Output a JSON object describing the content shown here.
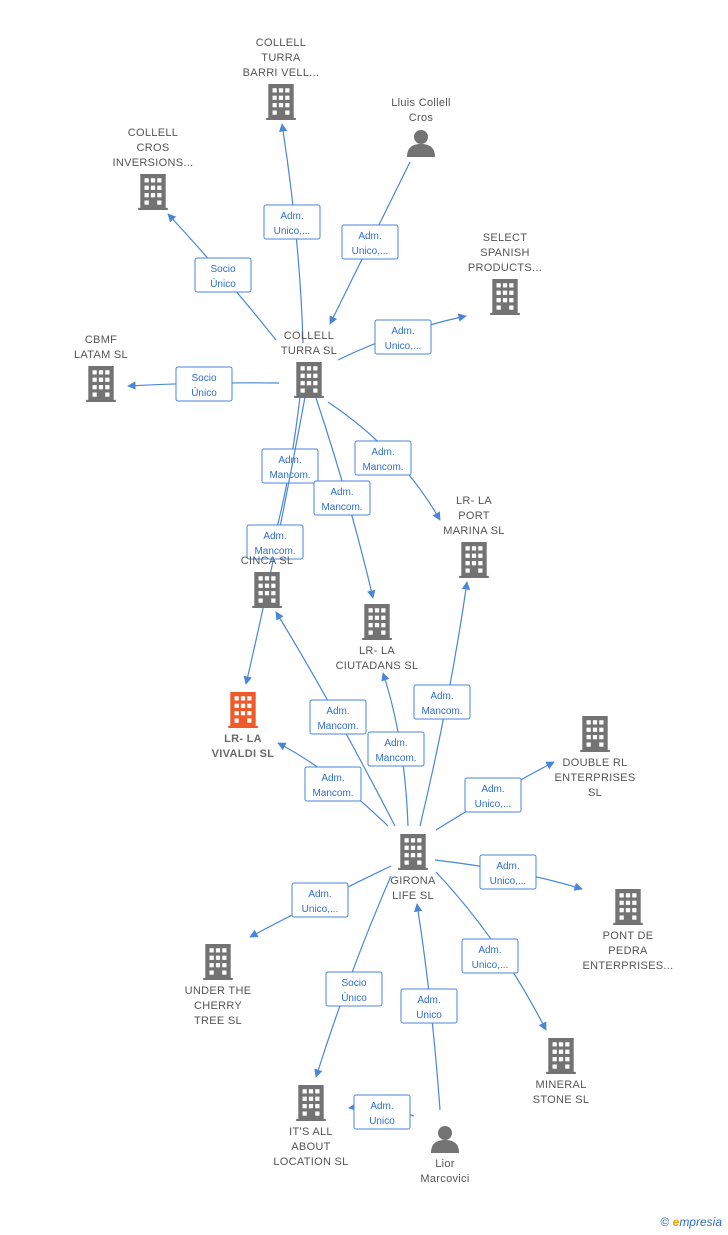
{
  "colors": {
    "edge": "#4a86d8",
    "node": "#737373",
    "highlight": "#f05a28"
  },
  "nodes": [
    {
      "id": "collell_turra_barri",
      "lines": [
        "COLLELL",
        "TURRA",
        "BARRI VELL..."
      ],
      "icon": "building-icon"
    },
    {
      "id": "lluis_collell",
      "lines": [
        "Lluis Collell",
        "Cros"
      ],
      "icon": "person-icon"
    },
    {
      "id": "collell_cros",
      "lines": [
        "COLLELL",
        "CROS",
        "INVERSIONS..."
      ],
      "icon": "building-icon"
    },
    {
      "id": "select_spanish",
      "lines": [
        "SELECT",
        "SPANISH",
        "PRODUCTS..."
      ],
      "icon": "building-icon"
    },
    {
      "id": "cbmf",
      "lines": [
        "CBMF",
        "LATAM  SL"
      ],
      "icon": "building-icon"
    },
    {
      "id": "collell_turra",
      "lines": [
        "COLLELL",
        "TURRA  SL"
      ],
      "icon": "building-icon"
    },
    {
      "id": "lr_port_marina",
      "lines": [
        "LR- LA",
        "PORT",
        "MARINA  SL"
      ],
      "icon": "building-icon"
    },
    {
      "id": "cinca",
      "lines": [
        "CINCA  SL"
      ],
      "icon": "building-icon"
    },
    {
      "id": "lr_ciutadans",
      "lines": [
        "LR- LA",
        "CIUTADANS  SL"
      ],
      "icon": "building-icon"
    },
    {
      "id": "lr_vivaldi",
      "lines": [
        "LR- LA",
        "VIVALDI  SL"
      ],
      "icon": "building-icon"
    },
    {
      "id": "double_rl",
      "lines": [
        "DOUBLE RL",
        "ENTERPRISES",
        "SL"
      ],
      "icon": "building-icon"
    },
    {
      "id": "girona_life",
      "lines": [
        "GIRONA",
        "LIFE  SL"
      ],
      "icon": "building-icon"
    },
    {
      "id": "pont_de_pedra",
      "lines": [
        "PONT DE",
        "PEDRA",
        "ENTERPRISES..."
      ],
      "icon": "building-icon"
    },
    {
      "id": "under_the_cherry",
      "lines": [
        "UNDER THE",
        "CHERRY",
        "TREE  SL"
      ],
      "icon": "building-icon"
    },
    {
      "id": "mineral_stone",
      "lines": [
        "MINERAL",
        "STONE  SL"
      ],
      "icon": "building-icon"
    },
    {
      "id": "its_all_about",
      "lines": [
        "IT'S ALL",
        "ABOUT",
        "LOCATION  SL"
      ],
      "icon": "building-icon"
    },
    {
      "id": "lior_marcovici",
      "lines": [
        "Lior",
        "Marcovici"
      ],
      "icon": "person-icon"
    }
  ],
  "edges": [
    {
      "from": "collell_turra",
      "to": "collell_turra_barri",
      "label": [
        "Adm.",
        "Unico,..."
      ]
    },
    {
      "from": "lluis_collell",
      "to": "collell_turra",
      "label": [
        "Adm.",
        "Unico,..."
      ]
    },
    {
      "from": "collell_turra",
      "to": "collell_cros",
      "label": [
        "Socio",
        "Único"
      ]
    },
    {
      "from": "collell_turra",
      "to": "select_spanish",
      "label": [
        "Adm.",
        "Unico,..."
      ]
    },
    {
      "from": "collell_turra",
      "to": "cbmf",
      "label": [
        "Socio",
        "Único"
      ]
    },
    {
      "from": "collell_turra",
      "to": "lr_port_marina",
      "label": [
        "Adm.",
        "Mancom."
      ]
    },
    {
      "from": "collell_turra",
      "to": "cinca",
      "label": [
        "Adm.",
        "Mancom."
      ]
    },
    {
      "from": "collell_turra",
      "to": "lr_ciutadans",
      "label": [
        "Adm.",
        "Mancom."
      ]
    },
    {
      "from": "collell_turra",
      "to": "lr_vivaldi",
      "label": [
        "Adm.",
        "Mancom."
      ]
    },
    {
      "from": "girona_life",
      "to": "cinca",
      "label": [
        "Adm.",
        "Mancom."
      ]
    },
    {
      "from": "girona_life",
      "to": "lr_vivaldi",
      "label": [
        "Adm.",
        "Mancom."
      ]
    },
    {
      "from": "girona_life",
      "to": "lr_ciutadans",
      "label": [
        "Adm.",
        "Mancom."
      ]
    },
    {
      "from": "girona_life",
      "to": "lr_port_marina",
      "label": [
        "Adm.",
        "Mancom."
      ]
    },
    {
      "from": "girona_life",
      "to": "double_rl",
      "label": [
        "Adm.",
        "Unico,..."
      ]
    },
    {
      "from": "girona_life",
      "to": "pont_de_pedra",
      "label": [
        "Adm.",
        "Unico,..."
      ]
    },
    {
      "from": "girona_life",
      "to": "under_the_cherry",
      "label": [
        "Adm.",
        "Unico,..."
      ]
    },
    {
      "from": "girona_life",
      "to": "mineral_stone",
      "label": [
        "Adm.",
        "Unico,..."
      ]
    },
    {
      "from": "girona_life",
      "to": "its_all_about",
      "label": [
        "Socio",
        "Único"
      ]
    },
    {
      "from": "lior_marcovici",
      "to": "girona_life",
      "label": [
        "Adm.",
        "Unico"
      ]
    },
    {
      "from": "lior_marcovici",
      "to": "its_all_about",
      "label": [
        "Adm.",
        "Unico"
      ]
    }
  ],
  "highlighted_node": "lr_vivaldi",
  "footer": {
    "copyright": "©",
    "brand_initial": "e",
    "brand_rest": "mpresia"
  }
}
